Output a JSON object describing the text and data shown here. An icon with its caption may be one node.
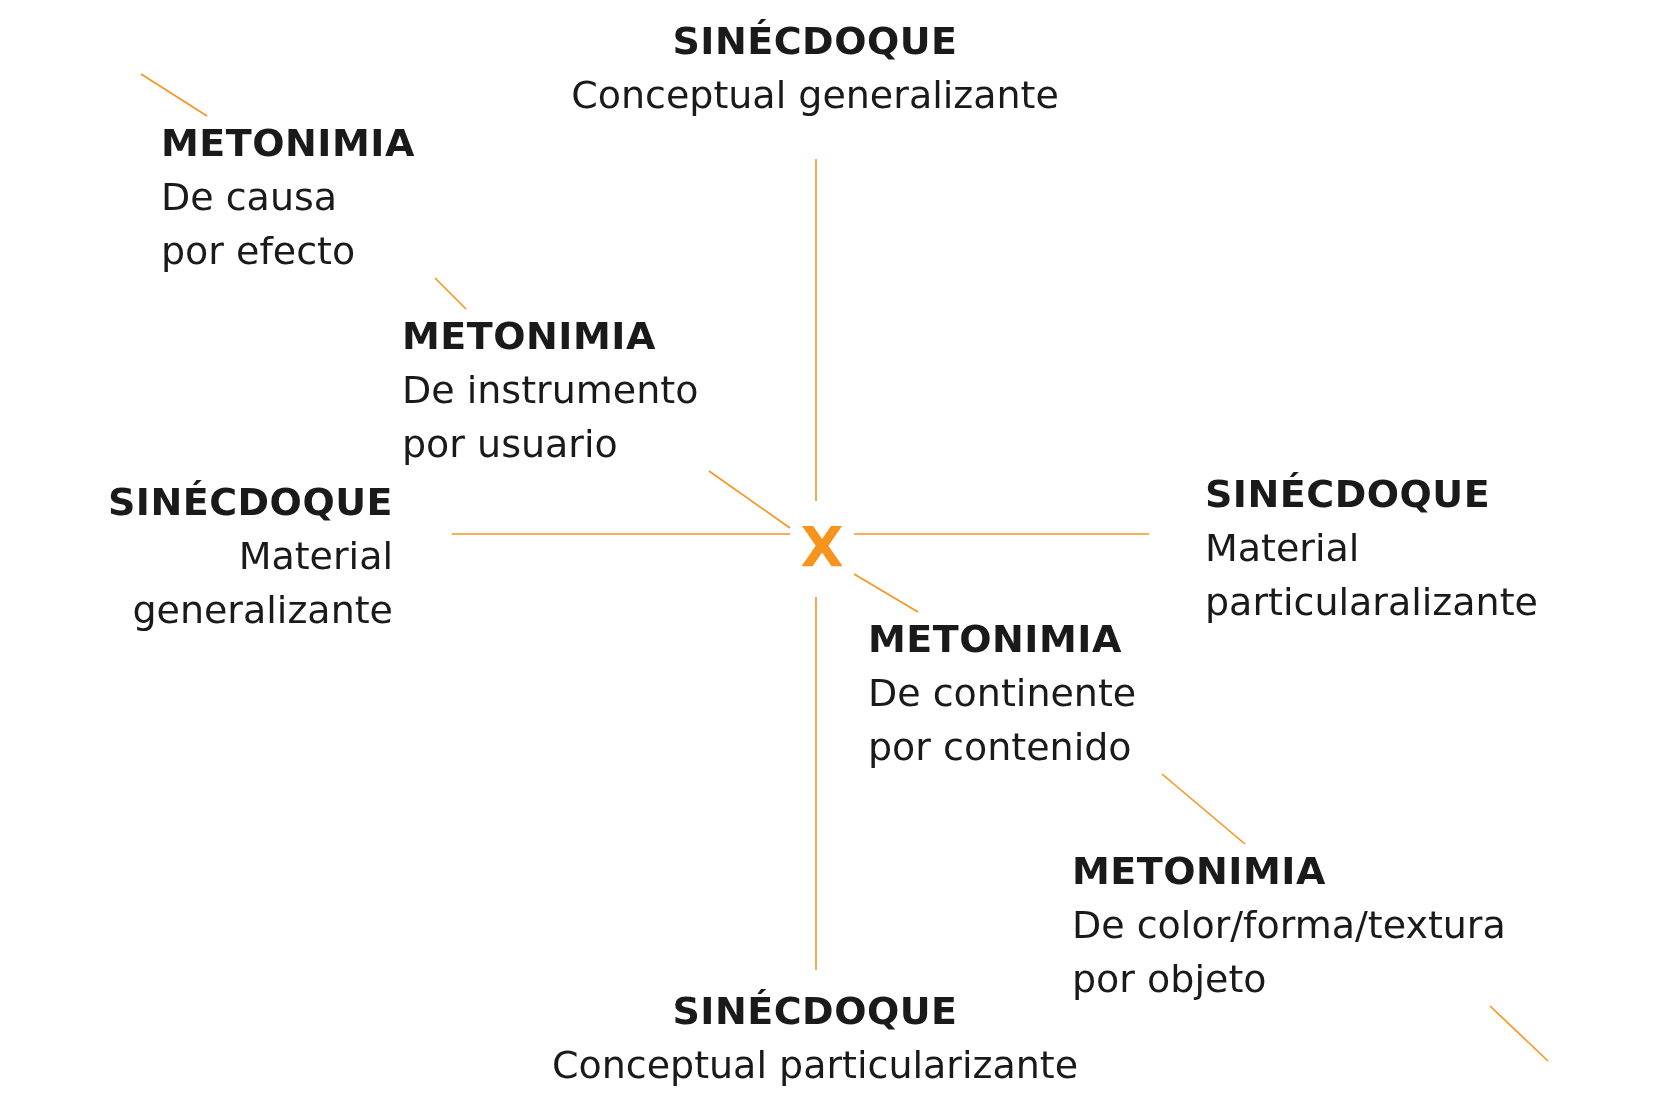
{
  "diagram": {
    "nodes": [
      {
        "text": [
          "X"
        ]
      },
      {
        "text": [
          "SINÉCDOQUE",
          "Conceptual generalizante"
        ]
      },
      {
        "text": [
          "METONIMIA",
          "De causa por efecto"
        ]
      },
      {
        "text": [
          "METONIMIA",
          "De instrumento por usuario"
        ]
      },
      {
        "text": [
          "SINÉCDOQUE",
          "Material generalizante"
        ]
      },
      {
        "text": [
          "SINÉCDOQUE",
          "Material particularalizante"
        ]
      },
      {
        "text": [
          "METONIMIA",
          "De continente por contenido"
        ]
      },
      {
        "text": [
          "METONIMIA",
          "De color/forma/textura por objeto"
        ]
      },
      {
        "text": [
          "SINÉCDOQUE",
          "Conceptual particularizante"
        ]
      }
    ],
    "edges": [
      {
        "from": 0,
        "to": 1,
        "arrow": "none"
      },
      {
        "from": 0,
        "to": 4,
        "arrow": "none"
      },
      {
        "from": 0,
        "to": 5,
        "arrow": "none"
      },
      {
        "from": 0,
        "to": 8,
        "arrow": "none"
      },
      {
        "from": 0,
        "to": 3,
        "arrow": "none"
      },
      {
        "from": 3,
        "to": 2,
        "arrow": "none"
      },
      {
        "from": 2,
        "to": null,
        "arrow": "none"
      },
      {
        "from": 0,
        "to": 6,
        "arrow": "none"
      },
      {
        "from": 6,
        "to": 7,
        "arrow": "none"
      },
      {
        "from": 7,
        "to": null,
        "arrow": "none"
      }
    ]
  }
}
